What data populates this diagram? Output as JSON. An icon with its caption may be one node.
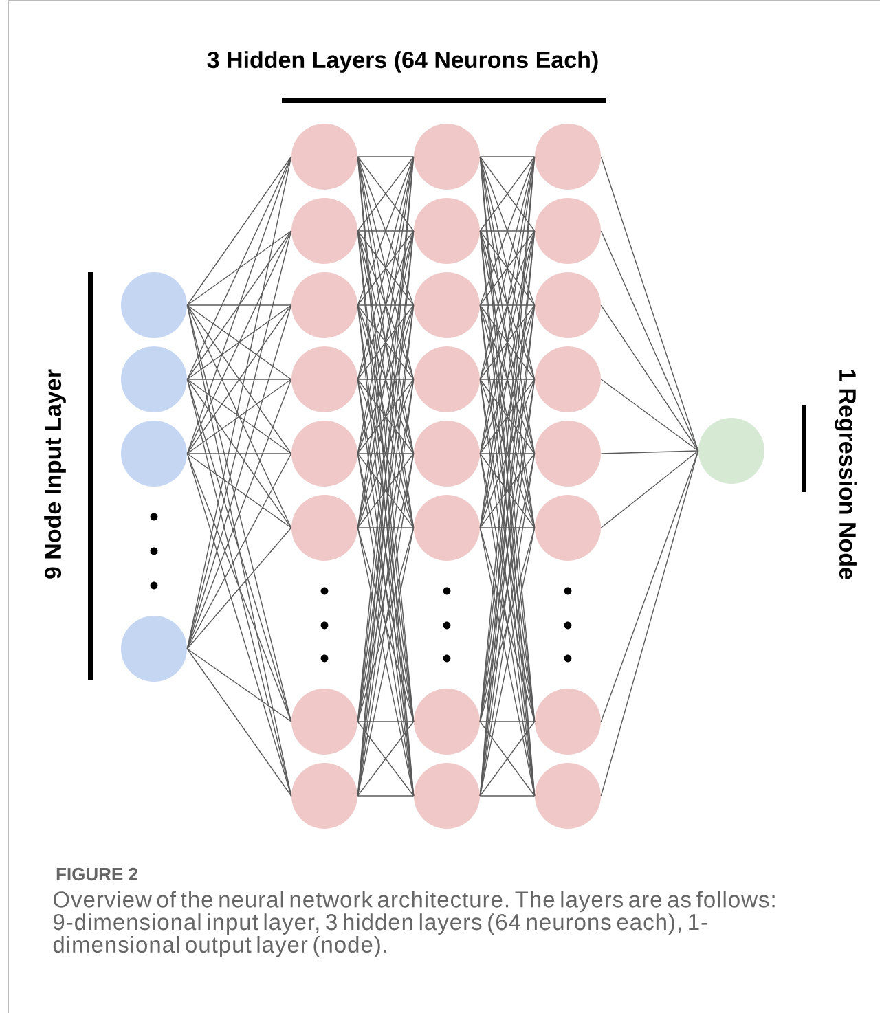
{
  "diagram": {
    "title": "3 Hidden Layers (64 Neurons Each)",
    "caption": "Overview of the neural network architecture. The layers are as follows: 9-dimensional input layer, 3 hidden layers (64 neurons each), 1-dimensional output layer (node).",
    "nodes": [
      {
        "text": [],
        "shape": "circle"
      },
      {
        "text": [],
        "shape": "circle"
      },
      {
        "text": [],
        "shape": "circle"
      },
      {
        "text": [],
        "shape": "circle"
      },
      {
        "text": [],
        "shape": "circle"
      },
      {
        "text": [],
        "shape": "circle"
      },
      {
        "text": [],
        "shape": "circle"
      },
      {
        "text": [],
        "shape": "circle"
      },
      {
        "text": [],
        "shape": "circle"
      },
      {
        "text": [],
        "shape": "circle"
      },
      {
        "text": [],
        "shape": "circle"
      },
      {
        "text": [],
        "shape": "circle"
      },
      {
        "text": [],
        "shape": "circle"
      },
      {
        "text": [],
        "shape": "circle"
      },
      {
        "text": [],
        "shape": "circle"
      },
      {
        "text": [],
        "shape": "circle"
      },
      {
        "text": [],
        "shape": "circle"
      },
      {
        "text": [],
        "shape": "circle"
      },
      {
        "text": [],
        "shape": "circle"
      },
      {
        "text": [],
        "shape": "circle"
      },
      {
        "text": [],
        "shape": "circle"
      },
      {
        "text": [],
        "shape": "circle"
      },
      {
        "text": [],
        "shape": "circle"
      },
      {
        "text": [],
        "shape": "circle"
      },
      {
        "text": [],
        "shape": "circle"
      },
      {
        "text": [],
        "shape": "circle"
      },
      {
        "text": [],
        "shape": "circle"
      },
      {
        "text": [],
        "shape": "circle"
      },
      {
        "text": [],
        "shape": "circle"
      }
    ],
    "edges": [
      {
        "from": 0,
        "to": 4,
        "arrow": "none"
      },
      {
        "from": 0,
        "to": 5,
        "arrow": "none"
      },
      {
        "from": 0,
        "to": 6,
        "arrow": "none"
      },
      {
        "from": 0,
        "to": 7,
        "arrow": "none"
      },
      {
        "from": 0,
        "to": 8,
        "arrow": "none"
      },
      {
        "from": 0,
        "to": 9,
        "arrow": "none"
      },
      {
        "from": 0,
        "to": 10,
        "arrow": "none"
      },
      {
        "from": 0,
        "to": 11,
        "arrow": "none"
      },
      {
        "from": 1,
        "to": 4,
        "arrow": "none"
      },
      {
        "from": 1,
        "to": 5,
        "arrow": "none"
      },
      {
        "from": 1,
        "to": 6,
        "arrow": "none"
      },
      {
        "from": 1,
        "to": 7,
        "arrow": "none"
      },
      {
        "from": 1,
        "to": 8,
        "arrow": "none"
      },
      {
        "from": 1,
        "to": 9,
        "arrow": "none"
      },
      {
        "from": 1,
        "to": 10,
        "arrow": "none"
      },
      {
        "from": 1,
        "to": 11,
        "arrow": "none"
      },
      {
        "from": 2,
        "to": 4,
        "arrow": "none"
      },
      {
        "from": 2,
        "to": 5,
        "arrow": "none"
      },
      {
        "from": 2,
        "to": 6,
        "arrow": "none"
      },
      {
        "from": 2,
        "to": 7,
        "arrow": "none"
      },
      {
        "from": 2,
        "to": 8,
        "arrow": "none"
      },
      {
        "from": 2,
        "to": 9,
        "arrow": "none"
      },
      {
        "from": 2,
        "to": 10,
        "arrow": "none"
      },
      {
        "from": 2,
        "to": 11,
        "arrow": "none"
      },
      {
        "from": 3,
        "to": 4,
        "arrow": "none"
      },
      {
        "from": 3,
        "to": 5,
        "arrow": "none"
      },
      {
        "from": 3,
        "to": 6,
        "arrow": "none"
      },
      {
        "from": 3,
        "to": 7,
        "arrow": "none"
      },
      {
        "from": 3,
        "to": 8,
        "arrow": "none"
      },
      {
        "from": 3,
        "to": 9,
        "arrow": "none"
      },
      {
        "from": 3,
        "to": 10,
        "arrow": "none"
      },
      {
        "from": 3,
        "to": 11,
        "arrow": "none"
      },
      {
        "from": 4,
        "to": 12,
        "arrow": "none"
      },
      {
        "from": 4,
        "to": 13,
        "arrow": "none"
      },
      {
        "from": 4,
        "to": 14,
        "arrow": "none"
      },
      {
        "from": 4,
        "to": 15,
        "arrow": "none"
      },
      {
        "from": 4,
        "to": 16,
        "arrow": "none"
      },
      {
        "from": 4,
        "to": 17,
        "arrow": "none"
      },
      {
        "from": 4,
        "to": 18,
        "arrow": "none"
      },
      {
        "from": 4,
        "to": 19,
        "arrow": "none"
      },
      {
        "from": 5,
        "to": 12,
        "arrow": "none"
      },
      {
        "from": 5,
        "to": 13,
        "arrow": "none"
      },
      {
        "from": 5,
        "to": 14,
        "arrow": "none"
      },
      {
        "from": 5,
        "to": 15,
        "arrow": "none"
      },
      {
        "from": 5,
        "to": 16,
        "arrow": "none"
      },
      {
        "from": 5,
        "to": 17,
        "arrow": "none"
      },
      {
        "from": 5,
        "to": 18,
        "arrow": "none"
      },
      {
        "from": 5,
        "to": 19,
        "arrow": "none"
      },
      {
        "from": 6,
        "to": 12,
        "arrow": "none"
      },
      {
        "from": 6,
        "to": 13,
        "arrow": "none"
      },
      {
        "from": 6,
        "to": 14,
        "arrow": "none"
      },
      {
        "from": 6,
        "to": 15,
        "arrow": "none"
      },
      {
        "from": 6,
        "to": 16,
        "arrow": "none"
      },
      {
        "from": 6,
        "to": 17,
        "arrow": "none"
      },
      {
        "from": 6,
        "to": 18,
        "arrow": "none"
      },
      {
        "from": 6,
        "to": 19,
        "arrow": "none"
      },
      {
        "from": 7,
        "to": 12,
        "arrow": "none"
      },
      {
        "from": 7,
        "to": 13,
        "arrow": "none"
      },
      {
        "from": 7,
        "to": 14,
        "arrow": "none"
      },
      {
        "from": 7,
        "to": 15,
        "arrow": "none"
      },
      {
        "from": 7,
        "to": 16,
        "arrow": "none"
      },
      {
        "from": 7,
        "to": 17,
        "arrow": "none"
      },
      {
        "from": 7,
        "to": 18,
        "arrow": "none"
      },
      {
        "from": 7,
        "to": 19,
        "arrow": "none"
      },
      {
        "from": 8,
        "to": 12,
        "arrow": "none"
      },
      {
        "from": 8,
        "to": 13,
        "arrow": "none"
      },
      {
        "from": 8,
        "to": 14,
        "arrow": "none"
      },
      {
        "from": 8,
        "to": 15,
        "arrow": "none"
      },
      {
        "from": 8,
        "to": 16,
        "arrow": "none"
      },
      {
        "from": 8,
        "to": 17,
        "arrow": "none"
      },
      {
        "from": 8,
        "to": 18,
        "arrow": "none"
      },
      {
        "from": 8,
        "to": 19,
        "arrow": "none"
      },
      {
        "from": 9,
        "to": 12,
        "arrow": "none"
      },
      {
        "from": 9,
        "to": 13,
        "arrow": "none"
      },
      {
        "from": 9,
        "to": 14,
        "arrow": "none"
      },
      {
        "from": 9,
        "to": 15,
        "arrow": "none"
      },
      {
        "from": 9,
        "to": 16,
        "arrow": "none"
      },
      {
        "from": 9,
        "to": 17,
        "arrow": "none"
      },
      {
        "from": 9,
        "to": 18,
        "arrow": "none"
      },
      {
        "from": 9,
        "to": 19,
        "arrow": "none"
      },
      {
        "from": 10,
        "to": 12,
        "arrow": "none"
      },
      {
        "from": 10,
        "to": 13,
        "arrow": "none"
      },
      {
        "from": 10,
        "to": 14,
        "arrow": "none"
      },
      {
        "from": 10,
        "to": 15,
        "arrow": "none"
      },
      {
        "from": 10,
        "to": 16,
        "arrow": "none"
      },
      {
        "from": 10,
        "to": 17,
        "arrow": "none"
      },
      {
        "from": 10,
        "to": 18,
        "arrow": "none"
      },
      {
        "from": 10,
        "to": 19,
        "arrow": "none"
      },
      {
        "from": 11,
        "to": 12,
        "arrow": "none"
      },
      {
        "from": 11,
        "to": 13,
        "arrow": "none"
      },
      {
        "from": 11,
        "to": 14,
        "arrow": "none"
      },
      {
        "from": 11,
        "to": 15,
        "arrow": "none"
      },
      {
        "from": 11,
        "to": 16,
        "arrow": "none"
      },
      {
        "from": 11,
        "to": 17,
        "arrow": "none"
      },
      {
        "from": 11,
        "to": 18,
        "arrow": "none"
      },
      {
        "from": 11,
        "to": 19,
        "arrow": "none"
      },
      {
        "from": 12,
        "to": 20,
        "arrow": "none"
      },
      {
        "from": 12,
        "to": 21,
        "arrow": "none"
      },
      {
        "from": 12,
        "to": 22,
        "arrow": "none"
      },
      {
        "from": 12,
        "to": 23,
        "arrow": "none"
      },
      {
        "from": 12,
        "to": 24,
        "arrow": "none"
      },
      {
        "from": 12,
        "to": 25,
        "arrow": "none"
      },
      {
        "from": 12,
        "to": 26,
        "arrow": "none"
      },
      {
        "from": 12,
        "to": 27,
        "arrow": "none"
      },
      {
        "from": 13,
        "to": 20,
        "arrow": "none"
      },
      {
        "from": 13,
        "to": 21,
        "arrow": "none"
      },
      {
        "from": 13,
        "to": 22,
        "arrow": "none"
      },
      {
        "from": 13,
        "to": 23,
        "arrow": "none"
      },
      {
        "from": 13,
        "to": 24,
        "arrow": "none"
      },
      {
        "from": 13,
        "to": 25,
        "arrow": "none"
      },
      {
        "from": 13,
        "to": 26,
        "arrow": "none"
      },
      {
        "from": 13,
        "to": 27,
        "arrow": "none"
      },
      {
        "from": 14,
        "to": 20,
        "arrow": "none"
      },
      {
        "from": 14,
        "to": 21,
        "arrow": "none"
      },
      {
        "from": 14,
        "to": 22,
        "arrow": "none"
      },
      {
        "from": 14,
        "to": 23,
        "arrow": "none"
      },
      {
        "from": 14,
        "to": 24,
        "arrow": "none"
      },
      {
        "from": 14,
        "to": 25,
        "arrow": "none"
      },
      {
        "from": 14,
        "to": 26,
        "arrow": "none"
      },
      {
        "from": 14,
        "to": 27,
        "arrow": "none"
      },
      {
        "from": 15,
        "to": 20,
        "arrow": "none"
      },
      {
        "from": 15,
        "to": 21,
        "arrow": "none"
      },
      {
        "from": 15,
        "to": 22,
        "arrow": "none"
      },
      {
        "from": 15,
        "to": 23,
        "arrow": "none"
      },
      {
        "from": 15,
        "to": 24,
        "arrow": "none"
      },
      {
        "from": 15,
        "to": 25,
        "arrow": "none"
      },
      {
        "from": 15,
        "to": 26,
        "arrow": "none"
      },
      {
        "from": 15,
        "to": 27,
        "arrow": "none"
      },
      {
        "from": 16,
        "to": 20,
        "arrow": "none"
      },
      {
        "from": 16,
        "to": 21,
        "arrow": "none"
      },
      {
        "from": 16,
        "to": 22,
        "arrow": "none"
      },
      {
        "from": 16,
        "to": 23,
        "arrow": "none"
      },
      {
        "from": 16,
        "to": 24,
        "arrow": "none"
      },
      {
        "from": 16,
        "to": 25,
        "arrow": "none"
      },
      {
        "from": 16,
        "to": 26,
        "arrow": "none"
      },
      {
        "from": 16,
        "to": 27,
        "arrow": "none"
      },
      {
        "from": 17,
        "to": 20,
        "arrow": "none"
      },
      {
        "from": 17,
        "to": 21,
        "arrow": "none"
      },
      {
        "from": 17,
        "to": 22,
        "arrow": "none"
      },
      {
        "from": 17,
        "to": 23,
        "arrow": "none"
      },
      {
        "from": 17,
        "to": 24,
        "arrow": "none"
      },
      {
        "from": 17,
        "to": 25,
        "arrow": "none"
      },
      {
        "from": 17,
        "to": 26,
        "arrow": "none"
      },
      {
        "from": 17,
        "to": 27,
        "arrow": "none"
      },
      {
        "from": 18,
        "to": 20,
        "arrow": "none"
      },
      {
        "from": 18,
        "to": 21,
        "arrow": "none"
      },
      {
        "from": 18,
        "to": 22,
        "arrow": "none"
      },
      {
        "from": 18,
        "to": 23,
        "arrow": "none"
      },
      {
        "from": 18,
        "to": 24,
        "arrow": "none"
      },
      {
        "from": 18,
        "to": 25,
        "arrow": "none"
      },
      {
        "from": 18,
        "to": 26,
        "arrow": "none"
      },
      {
        "from": 18,
        "to": 27,
        "arrow": "none"
      },
      {
        "from": 19,
        "to": 20,
        "arrow": "none"
      },
      {
        "from": 19,
        "to": 21,
        "arrow": "none"
      },
      {
        "from": 19,
        "to": 22,
        "arrow": "none"
      },
      {
        "from": 19,
        "to": 23,
        "arrow": "none"
      },
      {
        "from": 19,
        "to": 24,
        "arrow": "none"
      },
      {
        "from": 19,
        "to": 25,
        "arrow": "none"
      },
      {
        "from": 19,
        "to": 26,
        "arrow": "none"
      },
      {
        "from": 19,
        "to": 27,
        "arrow": "none"
      },
      {
        "from": 20,
        "to": 28,
        "arrow": "none"
      },
      {
        "from": 21,
        "to": 28,
        "arrow": "none"
      },
      {
        "from": 22,
        "to": 28,
        "arrow": "none"
      },
      {
        "from": 23,
        "to": 28,
        "arrow": "none"
      },
      {
        "from": 24,
        "to": 28,
        "arrow": "none"
      },
      {
        "from": 25,
        "to": 28,
        "arrow": "none"
      },
      {
        "from": 26,
        "to": 28,
        "arrow": "none"
      },
      {
        "from": 27,
        "to": 28,
        "arrow": "none"
      }
    ],
    "labels": [
      "9 Node Input Layer",
      "1 Regression Node",
      "FIGURE 2"
    ]
  }
}
